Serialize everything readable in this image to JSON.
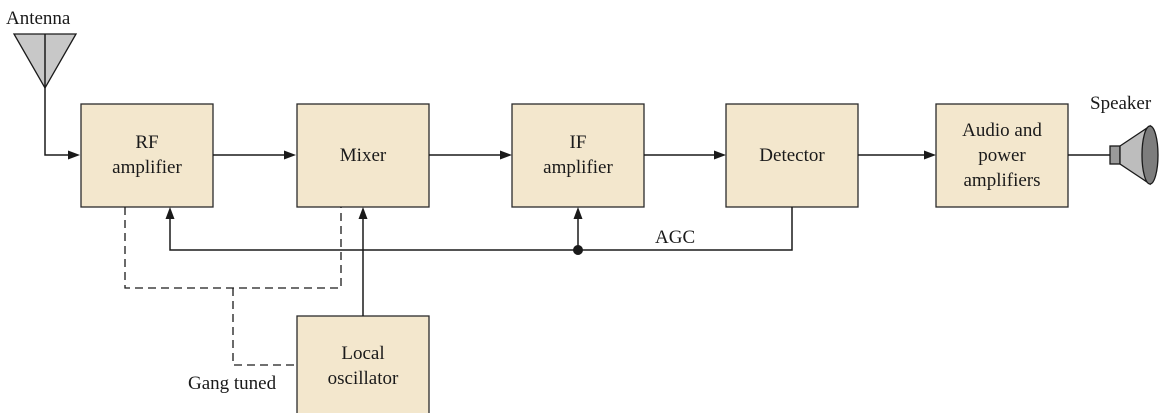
{
  "labels": {
    "antenna": "Antenna",
    "speaker": "Speaker",
    "agc": "AGC",
    "gang_tuned": "Gang tuned"
  },
  "blocks": {
    "rf": [
      "RF",
      "amplifier"
    ],
    "mixer": [
      "Mixer"
    ],
    "if": [
      "IF",
      "amplifier"
    ],
    "detector": [
      "Detector"
    ],
    "audio": [
      "Audio and",
      "power",
      "amplifiers"
    ],
    "lo": [
      "Local",
      "oscillator"
    ]
  },
  "colors": {
    "block_fill": "#f3e7cd",
    "line": "#1a1a1a",
    "antenna_fill": "#c8c8c8",
    "speaker_fill": "#9a9a9a"
  }
}
